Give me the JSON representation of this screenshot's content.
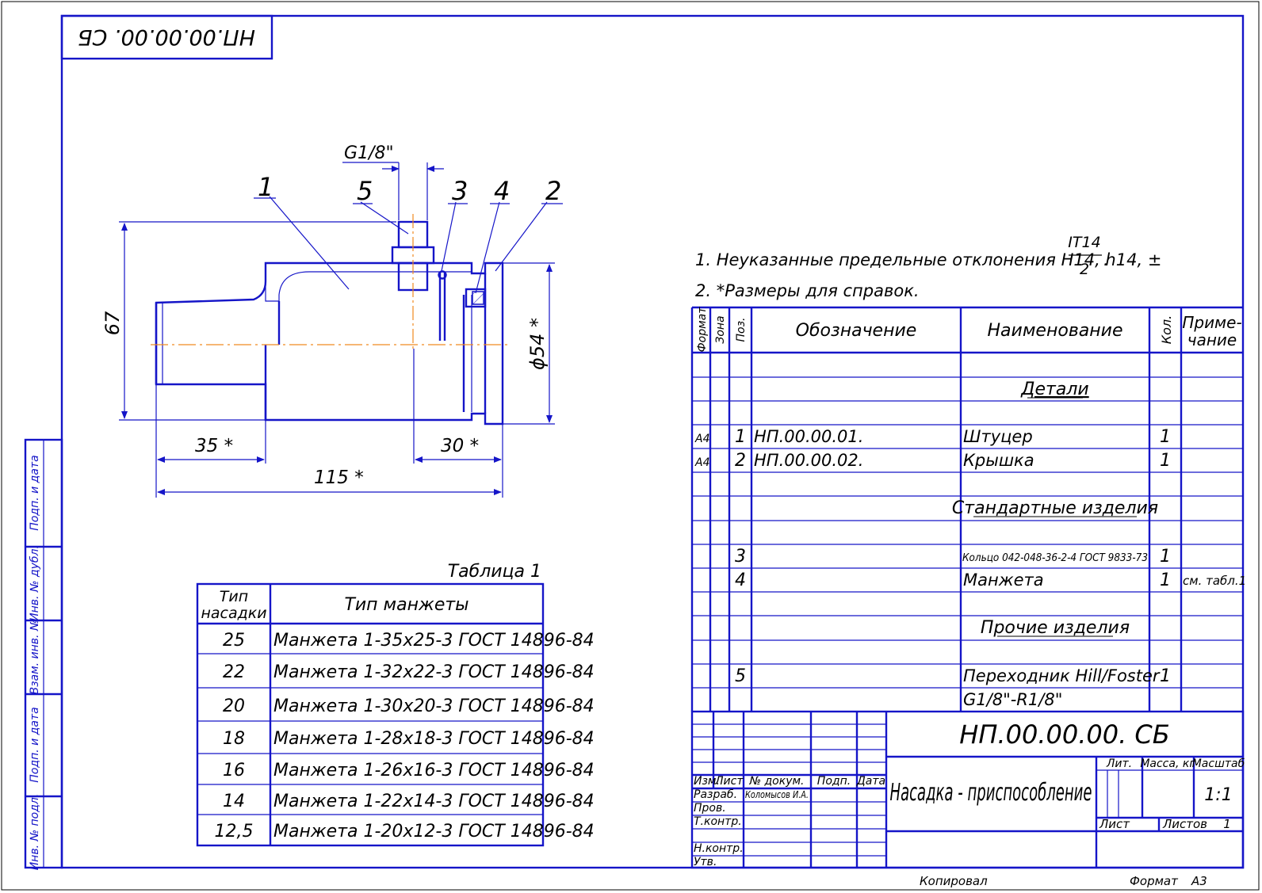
{
  "doc_code_stamp": "НП.00.00.00. СБ",
  "drawing": {
    "thread_label": "G1/8\"",
    "positions": [
      "1",
      "5",
      "3",
      "4",
      "2"
    ],
    "dim_height": "67",
    "dim_diameter": "ϕ54 *",
    "dim_left": "35 *",
    "dim_right": "30 *",
    "dim_total": "115 *"
  },
  "notes": {
    "note1_text": "1. Неуказанные предельные отклонения H14, h14, ±",
    "note1_num": "IT14",
    "note1_den": "2",
    "note1_end": ".",
    "note2": "2. *Размеры для справок."
  },
  "table1": {
    "caption": "Таблица 1",
    "header_col1_line1": "Тип",
    "header_col1_line2": "насадки",
    "header_col2": "Тип манжеты",
    "rows": [
      {
        "type": "25",
        "cuff": "Манжета 1-35x25-3 ГОСТ 14896-84"
      },
      {
        "type": "22",
        "cuff": "Манжета 1-32x22-3 ГОСТ 14896-84"
      },
      {
        "type": "20",
        "cuff": "Манжета 1-30x20-3 ГОСТ 14896-84"
      },
      {
        "type": "18",
        "cuff": "Манжета 1-28x18-3 ГОСТ 14896-84"
      },
      {
        "type": "16",
        "cuff": "Манжета 1-26x16-3 ГОСТ 14896-84"
      },
      {
        "type": "14",
        "cuff": "Манжета 1-22x14-3 ГОСТ 14896-84"
      },
      {
        "type": "12,5",
        "cuff": "Манжета 1-20x12-3 ГОСТ 14896-84"
      }
    ]
  },
  "spec": {
    "headers": {
      "format": "Формат",
      "zone": "Зона",
      "pos": "Поз.",
      "designation": "Обозначение",
      "name": "Наименование",
      "qty": "Кол.",
      "note_line1": "Приме-",
      "note_line2": "чание"
    },
    "section_details": "Детали",
    "section_standard": "Стандартные изделия",
    "section_other": "Прочие изделия",
    "items": [
      {
        "format": "A4",
        "pos": "1",
        "designation": "НП.00.00.01.",
        "name": "Штуцер",
        "qty": "1",
        "note": ""
      },
      {
        "format": "A4",
        "pos": "2",
        "designation": "НП.00.00.02.",
        "name": "Крышка",
        "qty": "1",
        "note": ""
      },
      {
        "format": "",
        "pos": "3",
        "designation": "",
        "name": "Кольцо 042-048-36-2-4 ГОСТ 9833-73",
        "qty": "1",
        "note": ""
      },
      {
        "format": "",
        "pos": "4",
        "designation": "",
        "name": "Манжета",
        "qty": "1",
        "note": "см. табл.1"
      },
      {
        "format": "",
        "pos": "5",
        "designation": "",
        "name": "Переходник Hill/Foster",
        "name2": "G1/8\"-R1/8\"",
        "qty": "1",
        "note": ""
      }
    ]
  },
  "title_block": {
    "code": "НП.00.00.00. СБ",
    "title": "Насадка - приспособление",
    "lit": "Лит.",
    "mass": "Масса, кг",
    "scale_label": "Масштаб",
    "scale": "1:1",
    "sheet": "Лист",
    "sheets": "Листов",
    "sheets_count": "1",
    "izm": "Изм.",
    "list": "Лист",
    "doc_no": "№ докум.",
    "sign": "Подп.",
    "date": "Дата",
    "developer_label": "Разраб.",
    "developer": "Коломысов И.А.",
    "checker": "Пров.",
    "tcontrol": "Т.контр.",
    "ncontrol": "Н.контр.",
    "approved": "Утв."
  },
  "side_strip": [
    "Подп. и дата",
    "Инв. № дубл.",
    "Взам. инв. №",
    "Подп. и дата",
    "Инв. № подл."
  ],
  "footer": {
    "copied": "Копировал",
    "format_label": "Формат",
    "format_value": "A3"
  }
}
